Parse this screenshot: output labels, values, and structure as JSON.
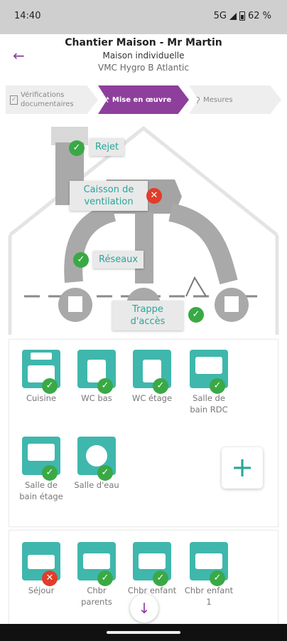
{
  "status": {
    "time": "14:40",
    "network": "5G",
    "battery": "62 %"
  },
  "header": {
    "title": "Chantier Maison - Mr Martin",
    "subtitle1": "Maison individuelle",
    "subtitle2": "VMC Hygro B Atlantic",
    "back_icon": "arrow-left-icon"
  },
  "steps": [
    {
      "label": "Vérifications documentaires",
      "icon": "document-check-icon",
      "state": "done"
    },
    {
      "label": "Mise en œuvre",
      "icon": "hammer-icon",
      "state": "active"
    },
    {
      "label": "Mesures",
      "icon": "magnifier-icon",
      "state": "pending"
    }
  ],
  "diagram": {
    "rejet": {
      "label": "Rejet",
      "status": "ok"
    },
    "caisson": {
      "label_line1": "Caisson de",
      "label_line2": "ventilation",
      "status": "error"
    },
    "reseaux": {
      "label": "Réseaux",
      "status": "ok"
    },
    "trappe": {
      "label_line1": "Trappe",
      "label_line2": "d'accès",
      "status": "ok"
    }
  },
  "rooms_wet": [
    {
      "name": "Cuisine",
      "status": "ok",
      "icon": "stove-icon"
    },
    {
      "name": "WC bas",
      "status": "ok",
      "icon": "toilet-icon"
    },
    {
      "name": "WC étage",
      "status": "ok",
      "icon": "toilet-icon"
    },
    {
      "name": "Salle de bain RDC",
      "status": "ok",
      "icon": "bathtub-icon"
    },
    {
      "name": "Salle de bain étage",
      "status": "ok",
      "icon": "bathtub-icon"
    },
    {
      "name": "Salle d'eau",
      "status": "ok",
      "icon": "washing-machine-icon"
    }
  ],
  "add_label": "+",
  "rooms_dry": [
    {
      "name": "Séjour",
      "status": "error",
      "icon": "sofa-icon"
    },
    {
      "name": "Chbr parents",
      "status": "ok",
      "icon": "bed-icon"
    },
    {
      "name": "Chbr enfant 2",
      "status": "ok",
      "icon": "bed-icon"
    },
    {
      "name": "Chbr enfant 1",
      "status": "ok",
      "icon": "bed-icon"
    }
  ],
  "scroll_down_icon": "arrow-down-icon",
  "colors": {
    "accent": "#8e3f9c",
    "teal": "#3fb7ad",
    "ok": "#3aa945",
    "error": "#e23c2a"
  }
}
